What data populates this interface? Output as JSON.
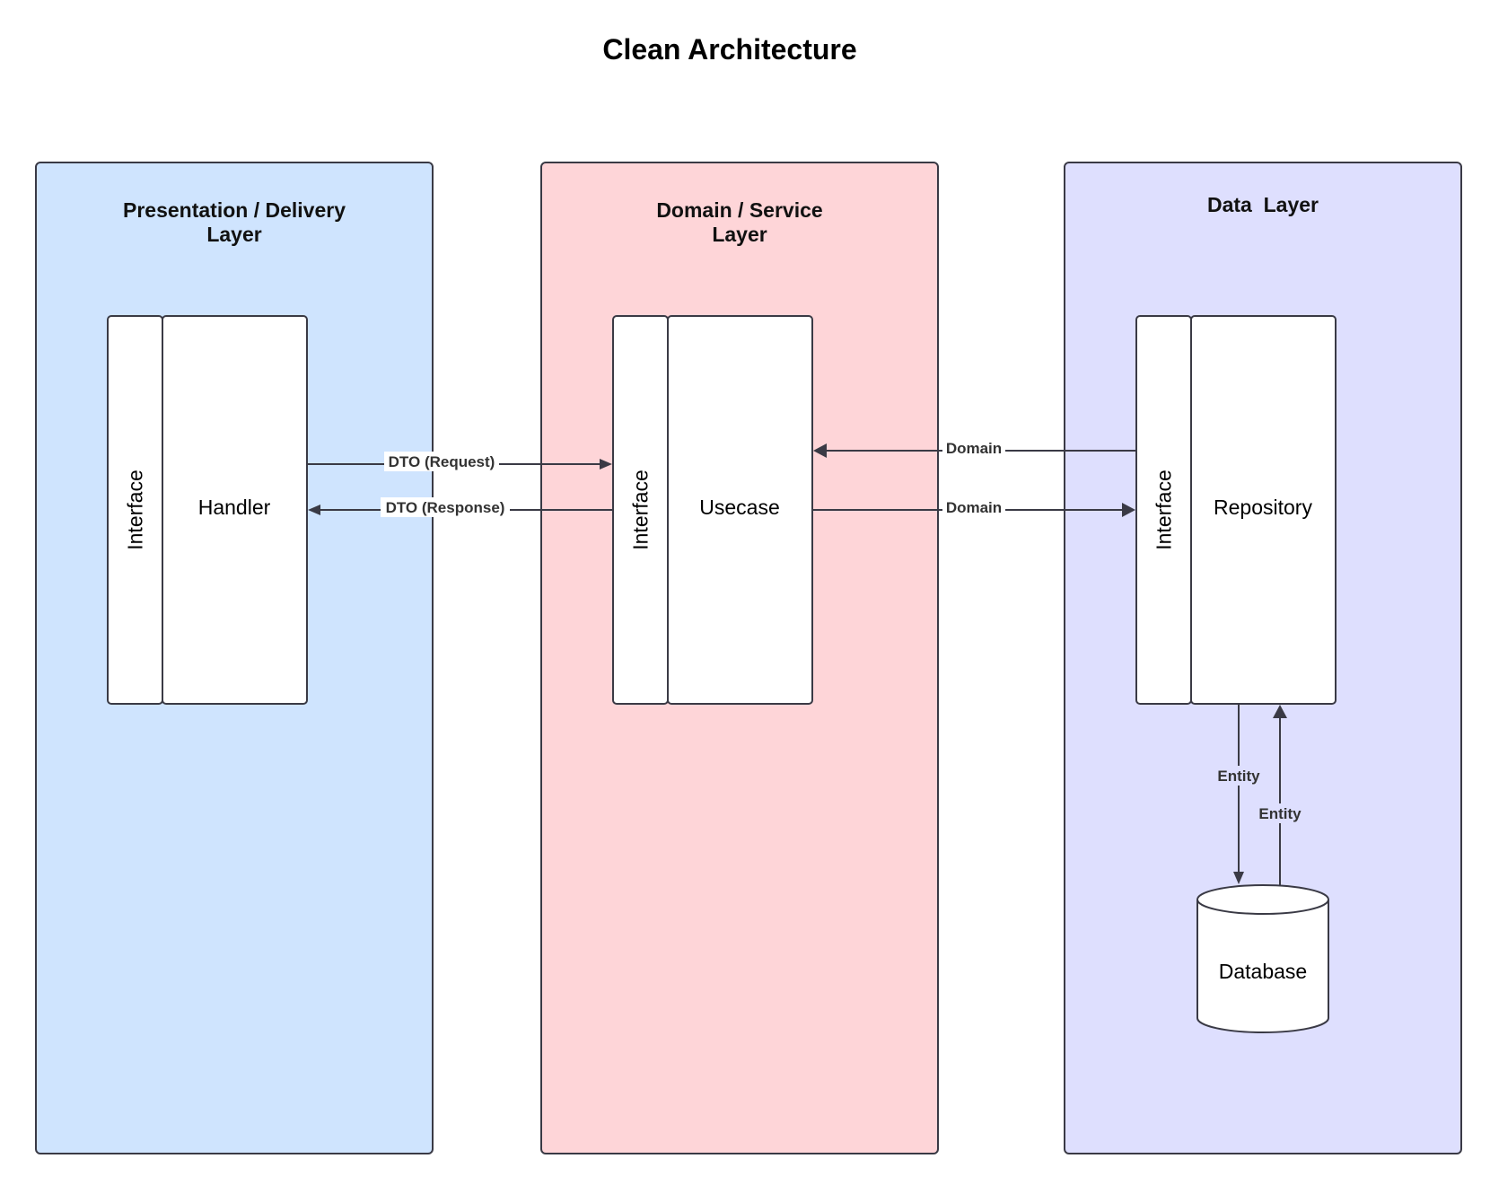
{
  "title": "Clean Architecture",
  "colors": {
    "presentation_fill": "#cfe4fe",
    "domain_fill": "#fed5d8",
    "data_fill": "#dedffe",
    "stroke": "#3a3a45"
  },
  "layers": {
    "presentation": {
      "title_line1": "Presentation / Delivery",
      "title_line2": "Layer"
    },
    "domain": {
      "title_line1": "Domain / Service",
      "title_line2": "Layer"
    },
    "data": {
      "title": "Data  Layer"
    }
  },
  "components": {
    "handler": {
      "interface_label": "Interface",
      "label": "Handler"
    },
    "usecase": {
      "interface_label": "Interface",
      "label": "Usecase"
    },
    "repository": {
      "interface_label": "Interface",
      "label": "Repository"
    },
    "database": {
      "label": "Database"
    }
  },
  "edges": {
    "dto_request": "DTO (Request)",
    "dto_response": "DTO (Response)",
    "domain_to_usecase": "Domain",
    "domain_to_repository": "Domain",
    "entity_to_database": "Entity",
    "entity_to_repository": "Entity"
  }
}
